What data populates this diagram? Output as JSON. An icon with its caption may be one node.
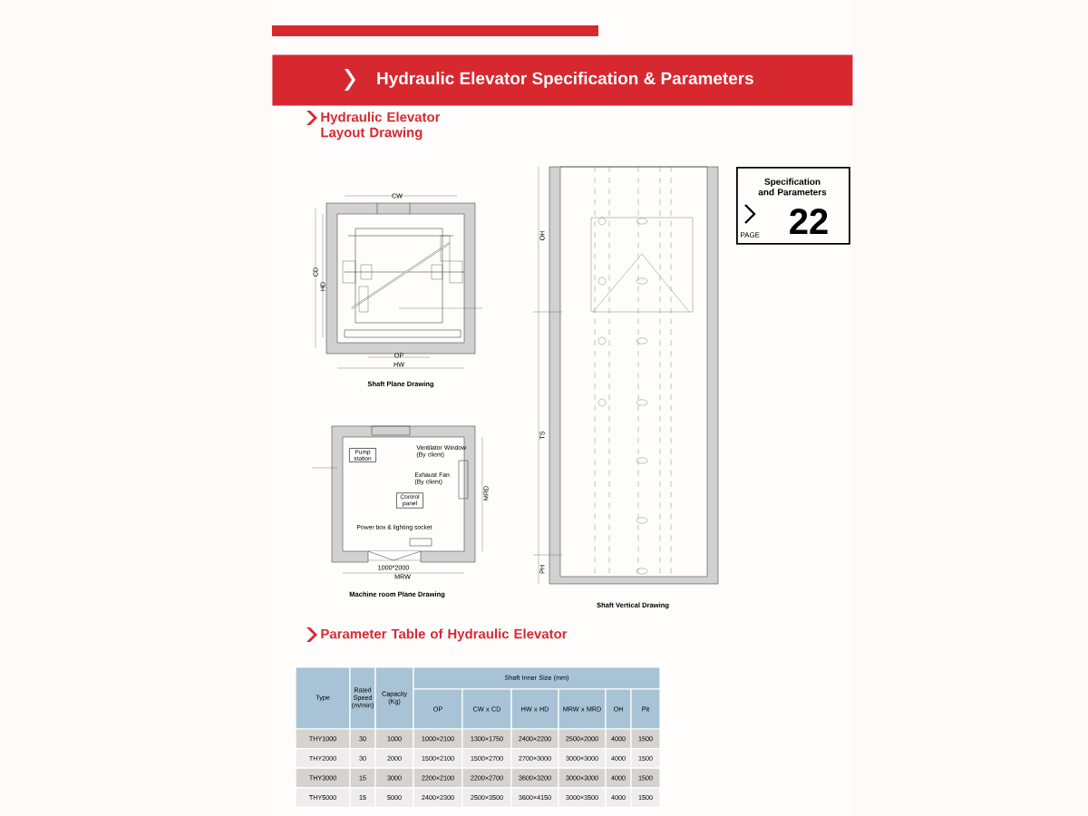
{
  "diagram": {
    "nodes": [
      {
        "text": [
          "Hydraulic Elevator Specification & Parameters"
        ]
      },
      {
        "text": [
          "Specification and Parameters",
          "PAGE",
          "22"
        ]
      },
      {
        "text": [
          "Pump station"
        ]
      },
      {
        "text": [
          "Control panel"
        ]
      }
    ],
    "labels": [
      "Hydraulic Elevator Layout Drawing",
      "CW",
      "CD",
      "HD",
      "OP",
      "HW",
      "Shaft Plane Drawing",
      "Ventilator Window (By client)",
      "Exhaust Fan (By client)",
      "Power box & lighting socket",
      "1000*2000",
      "MRW",
      "MRD",
      "Machine room Plane Drawing",
      "OH",
      "TS",
      "PH",
      "Shaft Vertical Drawing",
      "Parameter Table of Hydraulic Elevator",
      "Type",
      "Rated Speed (m/min)",
      "Capacity (Kg)",
      "Shaft Inner Size (mm)",
      "OP",
      "CW x CD",
      "HW x HD",
      "MRW x MRD",
      "OH",
      "Pit",
      "THY1000",
      "30",
      "1000",
      "1000×2100",
      "1300×1750",
      "2400×2200",
      "2500×2000",
      "4000",
      "1500",
      "THY2000",
      "30",
      "2000",
      "1500×2100",
      "1500×2700",
      "2700×3000",
      "3000×3000",
      "4000",
      "1500",
      "THY3000",
      "15",
      "3000",
      "2200×2100",
      "2200×2700",
      "3600×3200",
      "3000×3000",
      "4000",
      "1500",
      "THY5000",
      "15",
      "5000",
      "2400×2300",
      "2500×3500",
      "3600×4150",
      "3000×3500",
      "4000",
      "1500"
    ]
  }
}
